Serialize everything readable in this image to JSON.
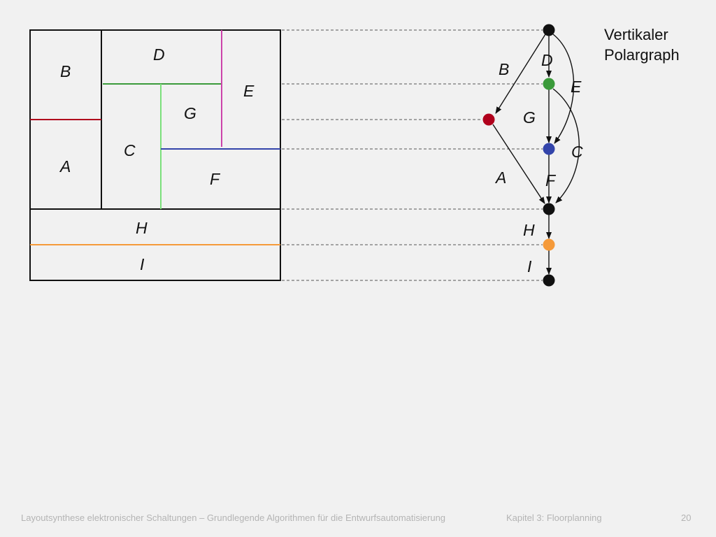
{
  "graph_title": [
    "Vertikaler",
    "Polargraph"
  ],
  "floorplan_labels": {
    "A": "A",
    "B": "B",
    "C": "C",
    "D": "D",
    "E": "E",
    "F": "F",
    "G": "G",
    "H": "H",
    "I": "I"
  },
  "graph_edge_labels": {
    "A": "A",
    "B": "B",
    "C": "C",
    "D": "D",
    "E": "E",
    "F": "F",
    "G": "G",
    "H": "H",
    "I": "I"
  },
  "colors": {
    "red": "#b0001c",
    "green": "#3a9a3a",
    "light_green": "#7be07b",
    "magenta": "#cc44aa",
    "blue": "#3344aa",
    "orange": "#f59a3a",
    "black": "#111111"
  },
  "footer": {
    "course": "Layoutsynthese elektronischer Schaltungen – Grundlegende Algorithmen für die Entwurfsautomatisierung",
    "chapter": "Kapitel 3: Floorplanning",
    "page": "20"
  }
}
